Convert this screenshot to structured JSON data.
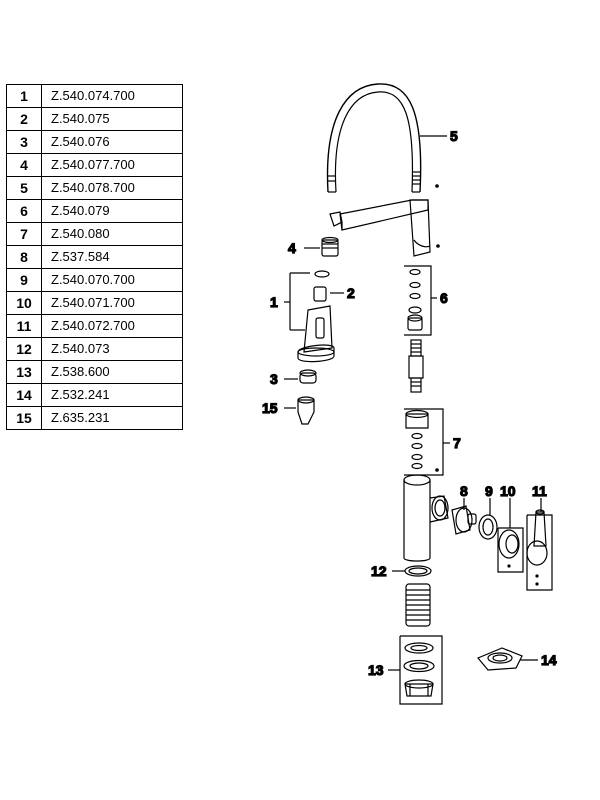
{
  "parts": [
    {
      "num": "1",
      "code": "Z.540.074.700"
    },
    {
      "num": "2",
      "code": "Z.540.075"
    },
    {
      "num": "3",
      "code": "Z.540.076"
    },
    {
      "num": "4",
      "code": "Z.540.077.700"
    },
    {
      "num": "5",
      "code": "Z.540.078.700"
    },
    {
      "num": "6",
      "code": "Z.540.079"
    },
    {
      "num": "7",
      "code": "Z.540.080"
    },
    {
      "num": "8",
      "code": "Z.537.584"
    },
    {
      "num": "9",
      "code": "Z.540.070.700"
    },
    {
      "num": "10",
      "code": "Z.540.071.700"
    },
    {
      "num": "11",
      "code": "Z.540.072.700"
    },
    {
      "num": "12",
      "code": "Z.540.073"
    },
    {
      "num": "13",
      "code": "Z.538.600"
    },
    {
      "num": "14",
      "code": "Z.532.241"
    },
    {
      "num": "15",
      "code": "Z.635.231"
    }
  ],
  "callouts": {
    "c1": "1",
    "c2": "2",
    "c3": "3",
    "c4": "4",
    "c5": "5",
    "c6": "6",
    "c7": "7",
    "c8": "8",
    "c9": "9",
    "c10": "10",
    "c11": "11",
    "c12": "12",
    "c13": "13",
    "c14": "14",
    "c15": "15"
  }
}
